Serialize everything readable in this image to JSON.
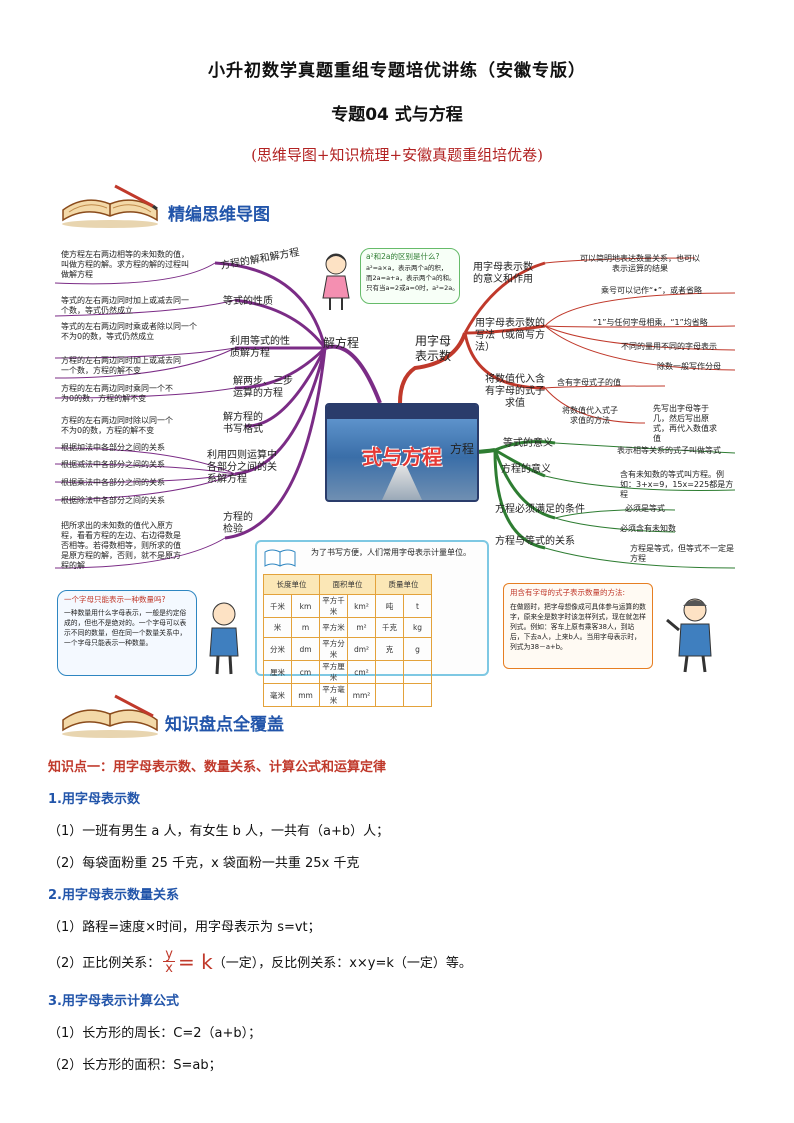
{
  "header": {
    "title": "小升初数学真题重组专题培优讲练（安徽专版）",
    "subtitle": "专题04 式与方程",
    "tagline": "(思维导图+知识梳理+安徽真题重组培优卷)"
  },
  "section1": {
    "heading": "精编思维导图"
  },
  "mindmap": {
    "center": "式与方程",
    "left_hub": "解方程",
    "right_hub1": "用字母表示数",
    "right_hub2": "方程",
    "left_nodes": [
      {
        "label": "方程的解和解方程",
        "desc": "使方程左右两边相等的未知数的值，叫做方程的解。求方程的解的过程叫做解方程"
      },
      {
        "label": "等式的性质",
        "desc1": "等式的左右两边同时加上或减去同一个数，等式仍然成立",
        "desc2": "等式的左右两边同时乘或者除以同一个不为0的数，等式仍然成立"
      },
      {
        "label": "利用等式的性质解方程",
        "desc1": "方程的左右两边同时加上或减去同一个数，方程的解不变",
        "desc2": "方程的左右两边同时乘同一个不为0的数，方程的解不变"
      },
      {
        "label": "解两步、三步运算的方程",
        "desc": "方程的左右两边同时除以同一个不为0的数，方程的解不变"
      },
      {
        "label": "解方程的书写格式"
      },
      {
        "label": "利用四则运算中各部分之间的关系解方程",
        "items": [
          "根据加法中各部分之间的关系",
          "根据减法中各部分之间的关系",
          "根据乘法中各部分之间的关系",
          "根据除法中各部分之间的关系"
        ]
      },
      {
        "label": "方程的检验",
        "desc": "把所求出的未知数的值代入原方程，看看方程的左边、右边得数是否相等。若得数相等，则所求的值是原方程的解，否则，就不是原方程的解"
      }
    ],
    "bubble_top": {
      "line1": "a²和2a的区别是什么?",
      "line2": "a²=a×a，表示两个a的积，",
      "line3": "而2a=a+a，表示两个a的和。",
      "line4": "只有当a=2或a=0时，a²=2a。"
    },
    "right_nodes1": [
      {
        "label": "用字母表示数的意义和作用",
        "desc": "可以简明地表达数量关系，也可以表示运算的结果"
      },
      {
        "label": "用字母表示数的写法（或简写方法）",
        "items": [
          "乘号可以记作“•”，或者省略",
          "“1”与任何字母相乘，“1”均省略",
          "不同的量用不同的字母表示",
          "除数一般写作分母"
        ]
      },
      {
        "label": "将数值代入含有字母的式子求值",
        "items": [
          "含有字母式子的值",
          "将数值代入式子求值的方法"
        ],
        "desc": "先写出字母等于几，然后写出原式，再代入数值求值"
      }
    ],
    "right_nodes2": [
      {
        "label": "等式的意义",
        "desc": "表示相等关系的式子叫做等式"
      },
      {
        "label": "方程的意义",
        "desc": "含有未知数的等式叫方程。例如：3+x=9，15x=225都是方程"
      },
      {
        "label": "方程必须满足的条件",
        "items": [
          "必须是等式",
          "必须含有未知数"
        ]
      },
      {
        "label": "方程与等式的关系",
        "desc": "方程是等式，但等式不一定是方程"
      }
    ],
    "bottom_left_bubble": {
      "q": "一个字母只能表示一种数量吗?",
      "a": "一种数量用什么字母表示，一般是约定俗成的，但也不是绝对的。一个字母可以表示不同的数量，但在同一个数量关系中，一个字母只能表示一种数量。"
    },
    "units_box": {
      "note": "为了书写方便，人们常用字母表示计量单位。",
      "headers": [
        "长度单位",
        "面积单位",
        "质量单位"
      ],
      "rows": [
        [
          "千米",
          "km",
          "平方千米",
          "km²",
          "吨",
          "t"
        ],
        [
          "米",
          "m",
          "平方米",
          "m²",
          "千克",
          "kg"
        ],
        [
          "分米",
          "dm",
          "平方分米",
          "dm²",
          "克",
          "g"
        ],
        [
          "厘米",
          "cm",
          "平方厘米",
          "cm²",
          "",
          ""
        ],
        [
          "毫米",
          "mm",
          "平方毫米",
          "mm²",
          "",
          ""
        ]
      ]
    },
    "bottom_right_box": {
      "title": "用含有字母的式子表示数量的方法:",
      "text": "在做题时，把字母想像成可具体参与运算的数字，原来全是数字时该怎样列式，现在就怎样列式。例如：客车上原有乘客38人，到站后，下去a人，上来b人。当用字母表示时，列式为38－a+b。"
    }
  },
  "section2": {
    "heading": "知识盘点全覆盖"
  },
  "knowledge": {
    "point1": "知识点一：用字母表示数、数量关系、计算公式和运算定律",
    "s1": "1.用字母表示数",
    "s1_l1": "（1）一班有男生 a 人，有女生 b 人，一共有（a+b）人；",
    "s1_l2": "（2）每袋面粉重 25 千克，x 袋面粉一共重 25x 千克",
    "s2": "2.用字母表示数量关系",
    "s2_l1": "（1）路程=速度×时间，用字母表示为 s=vt；",
    "s2_l2_a": "（2）正比例关系：",
    "s2_frac_num": "y",
    "s2_frac_den": "x",
    "s2_eq": "= k",
    "s2_l2_b": "（一定），反比例关系：x×y=k（一定）等。",
    "s3": "3.用字母表示计算公式",
    "s3_l1": "（1）长方形的周长：C=2（a+b）；",
    "s3_l2": "（2）长方形的面积：S=ab；"
  }
}
